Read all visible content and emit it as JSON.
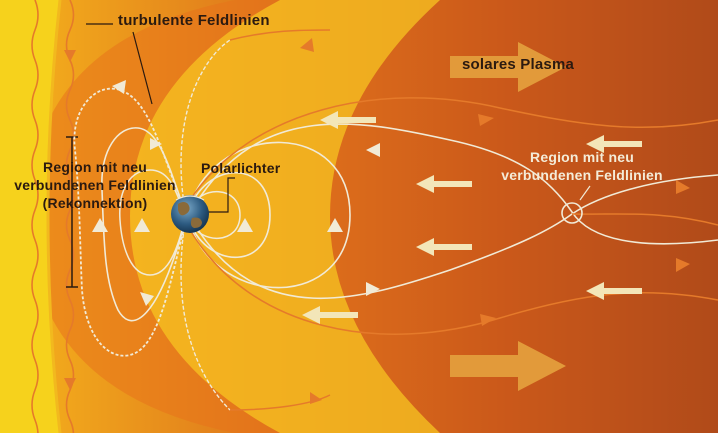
{
  "labels": {
    "turbulent_field_lines": "turbulente Feldlinien",
    "solar_plasma": "solares Plasma",
    "aurora": "Polarlichter",
    "reconnection_left_line1": "Region mit neu",
    "reconnection_left_line2": "verbundenen Feldlinien",
    "reconnection_left_line3": "(Rekonnektion)",
    "reconnection_right_line1": "Region mit neu",
    "reconnection_right_line2": "verbundenen Feldlinien"
  },
  "colors": {
    "sun_side_yellow": "#f6d21c",
    "bow_orange": "#e8731c",
    "magnetosphere_yellow": "#f7c421",
    "tail_dark_red": "#7a1e19",
    "field_line_white": "#f1ead6",
    "field_line_orange": "#e57a2a",
    "plasma_arrow": "#e29a3a"
  },
  "icons": {
    "earth": "earth-globe-icon",
    "plasma_arrow": "right-arrow-icon",
    "flow_arrow": "left-arrow-icon"
  }
}
